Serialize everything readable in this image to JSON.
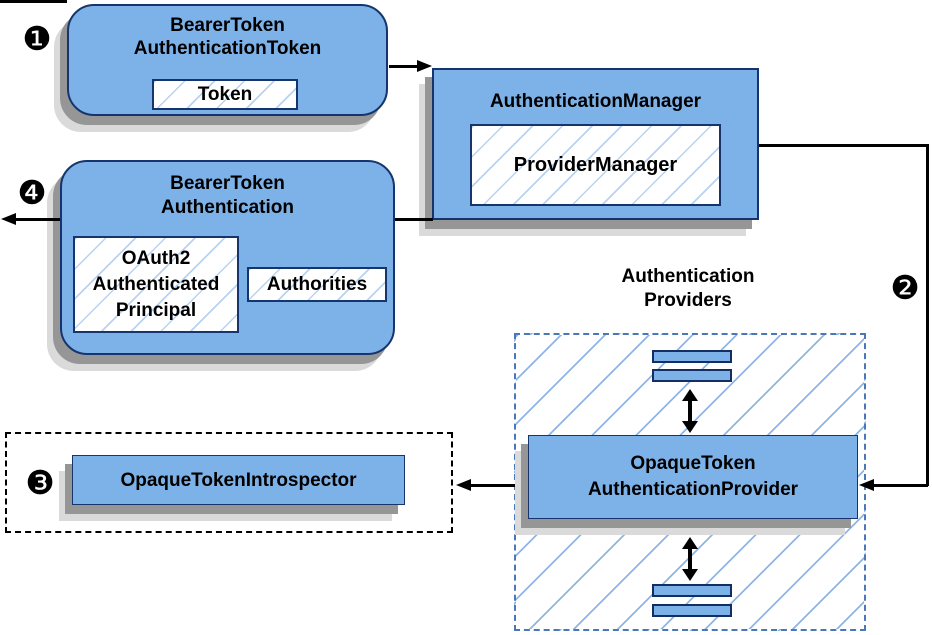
{
  "badges": {
    "b1": "❶",
    "b2": "❷",
    "b3": "❸",
    "b4": "❹"
  },
  "nodes": {
    "btat": {
      "line1": "BearerToken",
      "line2": "AuthenticationToken",
      "token": "Token"
    },
    "am": {
      "title": "AuthenticationManager",
      "inner": "ProviderManager"
    },
    "bta": {
      "line1": "BearerToken",
      "line2": "Authentication",
      "oauth2_l1": "OAuth2",
      "oauth2_l2": "Authenticated",
      "oauth2_l3": "Principal",
      "authorities": "Authorities"
    },
    "providers_label": {
      "line1": "Authentication",
      "line2": "Providers"
    },
    "otap": {
      "line1": "OpaqueToken",
      "line2": "AuthenticationProvider"
    },
    "oti": {
      "title": "OpaqueTokenIntrospector"
    }
  },
  "colors": {
    "node_fill": "#7db2e8",
    "node_border": "#17356d",
    "bar_border": "#122e63",
    "hatch": "#b7d2f2",
    "area_hatch": "#8fb6e6",
    "area_border": "#4a76ba",
    "shadow_dark": "#969696",
    "shadow_light": "#dadada",
    "line": "#000000"
  }
}
